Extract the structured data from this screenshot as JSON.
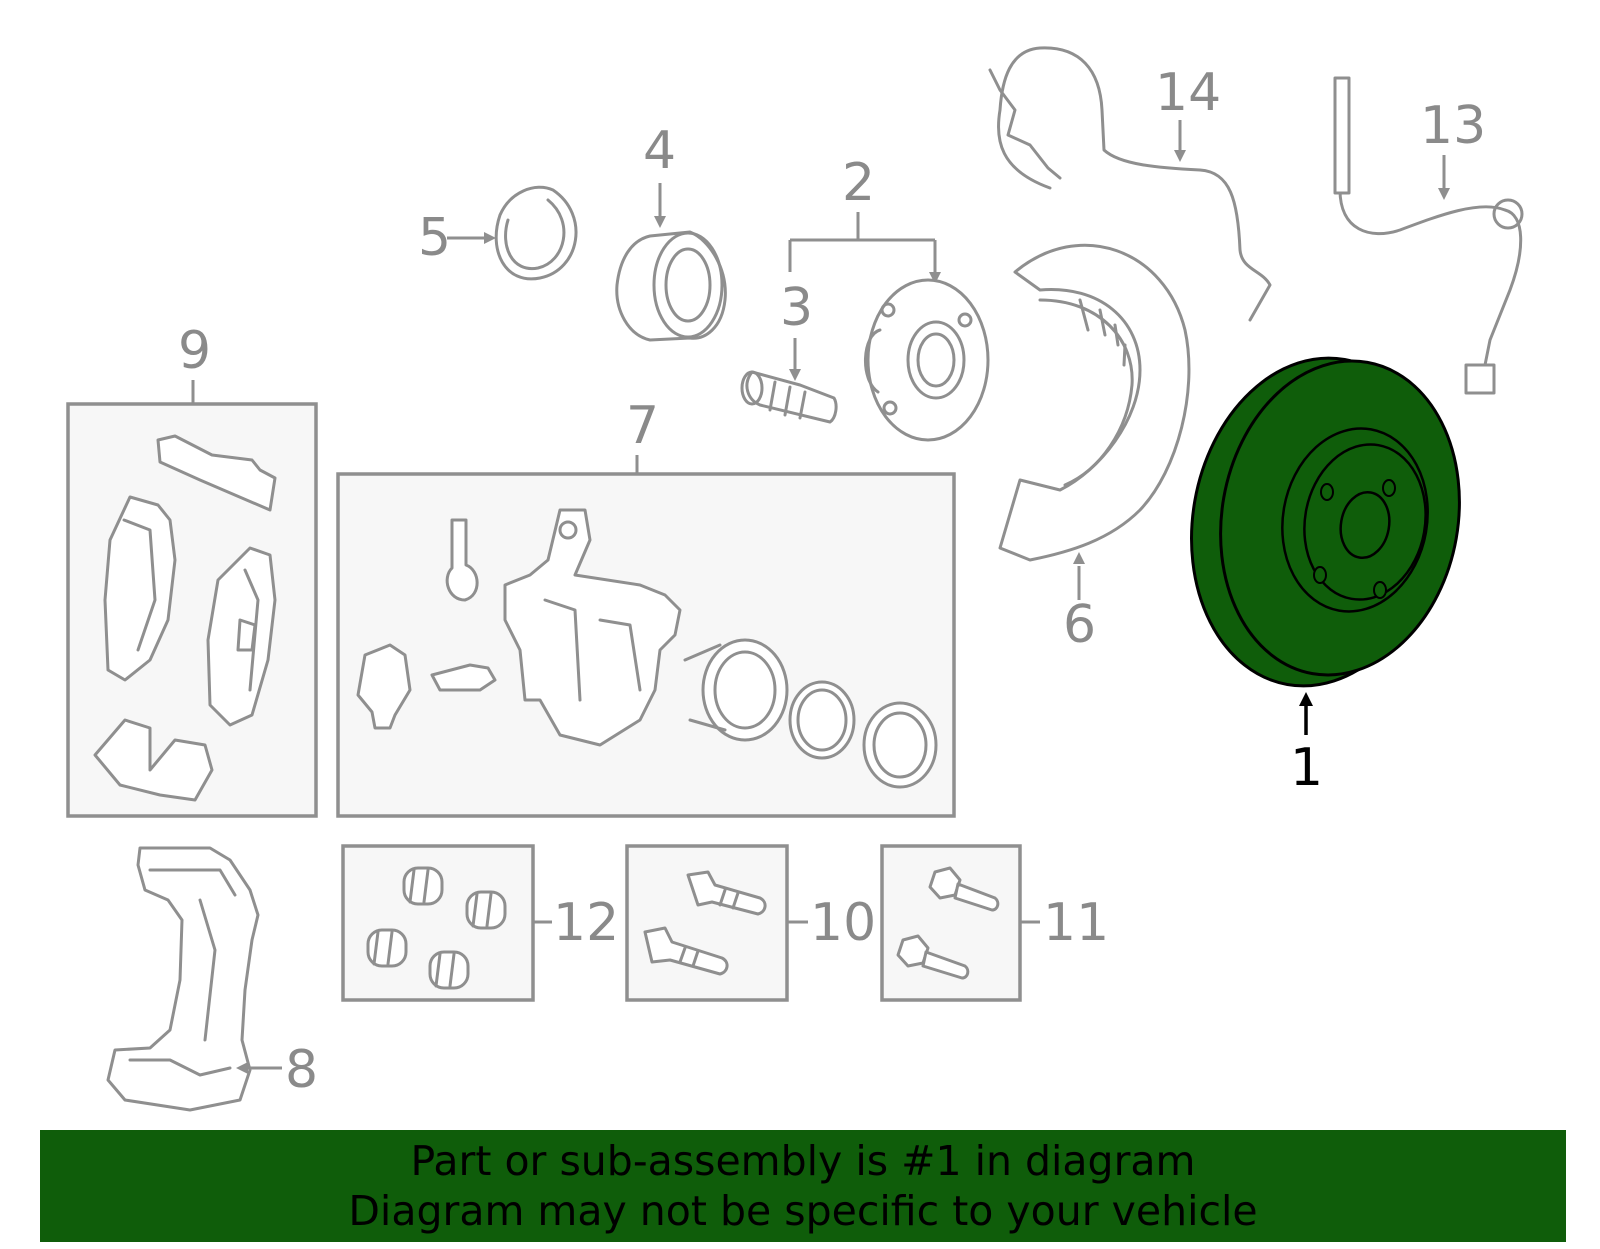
{
  "highlight_color": "#0f5d0a",
  "highlighted_part": "1",
  "callouts": {
    "c1": "1",
    "c2": "2",
    "c3": "3",
    "c4": "4",
    "c5": "5",
    "c6": "6",
    "c7": "7",
    "c8": "8",
    "c9": "9",
    "c10": "10",
    "c11": "11",
    "c12": "12",
    "c13": "13",
    "c14": "14"
  },
  "banner": {
    "line1": "Part or sub-assembly is #1 in diagram",
    "line2": "Diagram may not be specific to your vehicle"
  }
}
